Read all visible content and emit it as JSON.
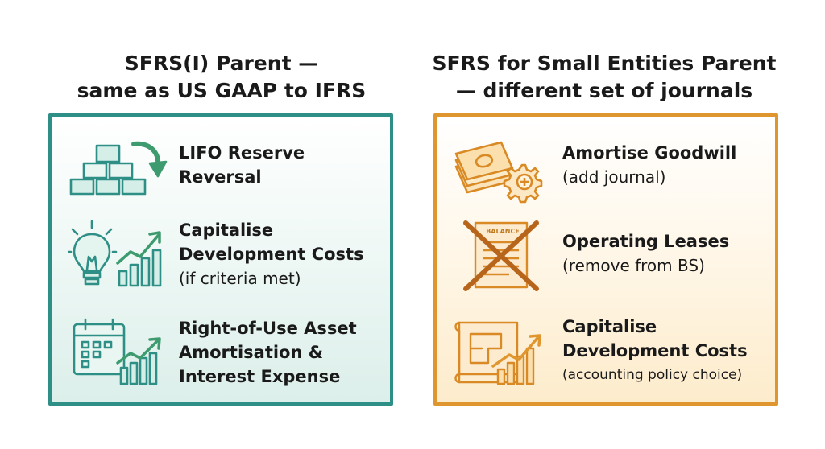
{
  "left_column": {
    "heading_line1": "SFRS(I) Parent —",
    "heading_line2": "same as US GAAP to IFRS",
    "items": [
      {
        "icon": "gold-bars-icon",
        "title_line1": "LIFO Reserve",
        "title_line2": "Reversal"
      },
      {
        "icon": "lightbulb-chart-icon",
        "title_line1": "Capitalise",
        "title_line2": "Development Costs",
        "note": "(if criteria met)"
      },
      {
        "icon": "calendar-chart-icon",
        "title_line1": "Right-of-Use Asset",
        "title_line2": "Amortisation &",
        "title_line3": "Interest Expense"
      }
    ]
  },
  "right_column": {
    "heading_line1": "SFRS for Small Entities Parent",
    "heading_line2": "— different set of journals",
    "items": [
      {
        "icon": "money-gear-icon",
        "title_line1": "Amortise Goodwill",
        "note": "(add journal)"
      },
      {
        "icon": "crossed-balance-sheet-icon",
        "icon_label": "BALANCE",
        "title_line1": "Operating Leases",
        "note": "(remove from BS)"
      },
      {
        "icon": "blueprint-chart-icon",
        "title_line1": "Capitalise",
        "title_line2": "Development Costs",
        "note": "(accounting policy choice)"
      }
    ]
  },
  "colors": {
    "teal": "#2e8f86",
    "orange": "#e0962e",
    "text": "#1a1a1a"
  }
}
